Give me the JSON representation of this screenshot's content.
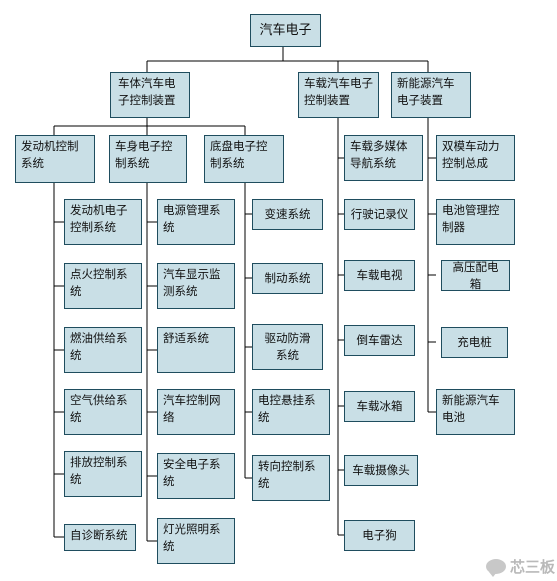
{
  "root": "汽车电子",
  "groups": {
    "body": "车体汽车电子控制装置",
    "onboard": "车载汽车电子控制装置",
    "nev": "新能源汽车电子装置"
  },
  "subgroups": {
    "engine": "发动机控制系统",
    "carbody": "车身电子控制系统",
    "chassis": "底盘电子控制系统"
  },
  "engine_items": [
    "发动机电子控制系统",
    "点火控制系统",
    "燃油供给系统",
    "空气供给系统",
    "排放控制系统",
    "自诊断系统"
  ],
  "carbody_items": [
    "电源管理系统",
    "汽车显示监测系统",
    "舒适系统",
    "汽车控制网络",
    "安全电子系统",
    "灯光照明系统"
  ],
  "chassis_items": [
    "变速系统",
    "制动系统",
    "驱动防滑系统",
    "电控悬挂系统",
    "转向控制系统"
  ],
  "onboard_items": [
    "车载多媒体导航系统",
    "行驶记录仪",
    "车载电视",
    "倒车雷达",
    "车载冰箱",
    "车载摄像头",
    "电子狗"
  ],
  "nev_items": [
    "双模车动力控制总成",
    "电池管理控制器",
    "高压配电箱",
    "充电桩",
    "新能源汽车电池"
  ],
  "watermark": {
    "text": "芯三板",
    "icon": "chat-bubble-icon"
  },
  "colors": {
    "box_fill": "#c9dfe6",
    "box_border": "#1f4d5e",
    "line": "#000000"
  }
}
